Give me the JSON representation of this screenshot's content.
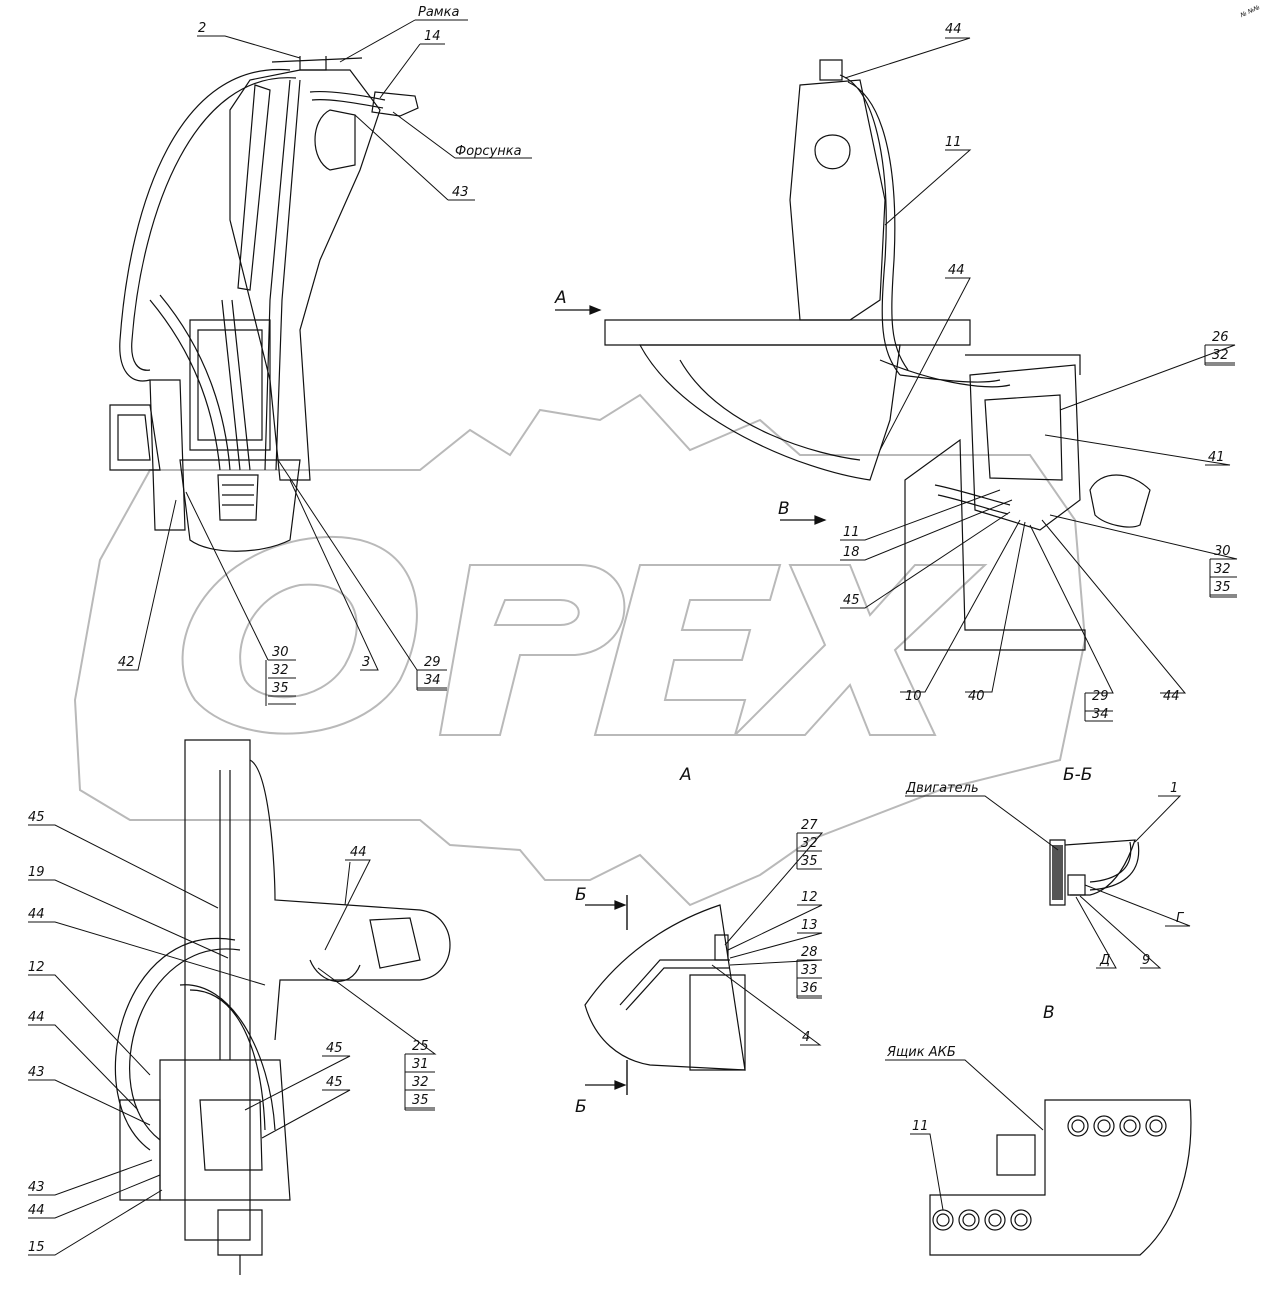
{
  "stamp": "№ №№",
  "watermark": {
    "text": "OPEX"
  },
  "view_titles": {
    "view_a": "A",
    "section_bb": "Б-Б",
    "view_v": "В"
  },
  "named_labels": {
    "frame": "Рамка",
    "injector": "Форсунка",
    "engine": "Двигатель",
    "battery_box": "Ящик АКБ"
  },
  "view_arrows": {
    "a": "A",
    "v": "B",
    "b_top": "Б",
    "b_bottom": "Б"
  },
  "callouts": {
    "tl_2": "2",
    "tl_14": "14",
    "tl_43": "43",
    "tl_42": "42",
    "tl_30": "30",
    "tl_32": "32",
    "tl_35": "35",
    "tl_3": "3",
    "tl_29": "29",
    "tl_34": "34",
    "tr_44a": "44",
    "tr_11a": "11",
    "tr_44b": "44",
    "tr_26": "26",
    "tr_32a": "32",
    "tr_41": "41",
    "tr_11b": "11",
    "tr_18": "18",
    "tr_45": "45",
    "tr_30": "30",
    "tr_32b": "32",
    "tr_35": "35",
    "tr_10": "10",
    "tr_40": "40",
    "tr_29": "29",
    "tr_34": "34",
    "tr_44c": "44",
    "bl_45a": "45",
    "bl_19": "19",
    "bl_44a": "44",
    "bl_12": "12",
    "bl_44b": "44",
    "bl_43a": "43",
    "bl_43b": "43",
    "bl_44c": "44",
    "bl_15": "15",
    "bl_44d": "44",
    "bl_45b": "45",
    "bl_45c": "45",
    "bl_25": "25",
    "bl_31": "31",
    "bl_32": "32",
    "bl_35": "35",
    "bm_27": "27",
    "bm_32": "32",
    "bm_35": "35",
    "bm_12": "12",
    "bm_13": "13",
    "bm_28": "28",
    "bm_33": "33",
    "bm_36": "36",
    "bm_4": "4",
    "br_1": "1",
    "br_g": "Г",
    "br_d": "Д",
    "br_9": "9",
    "br_11": "11"
  }
}
